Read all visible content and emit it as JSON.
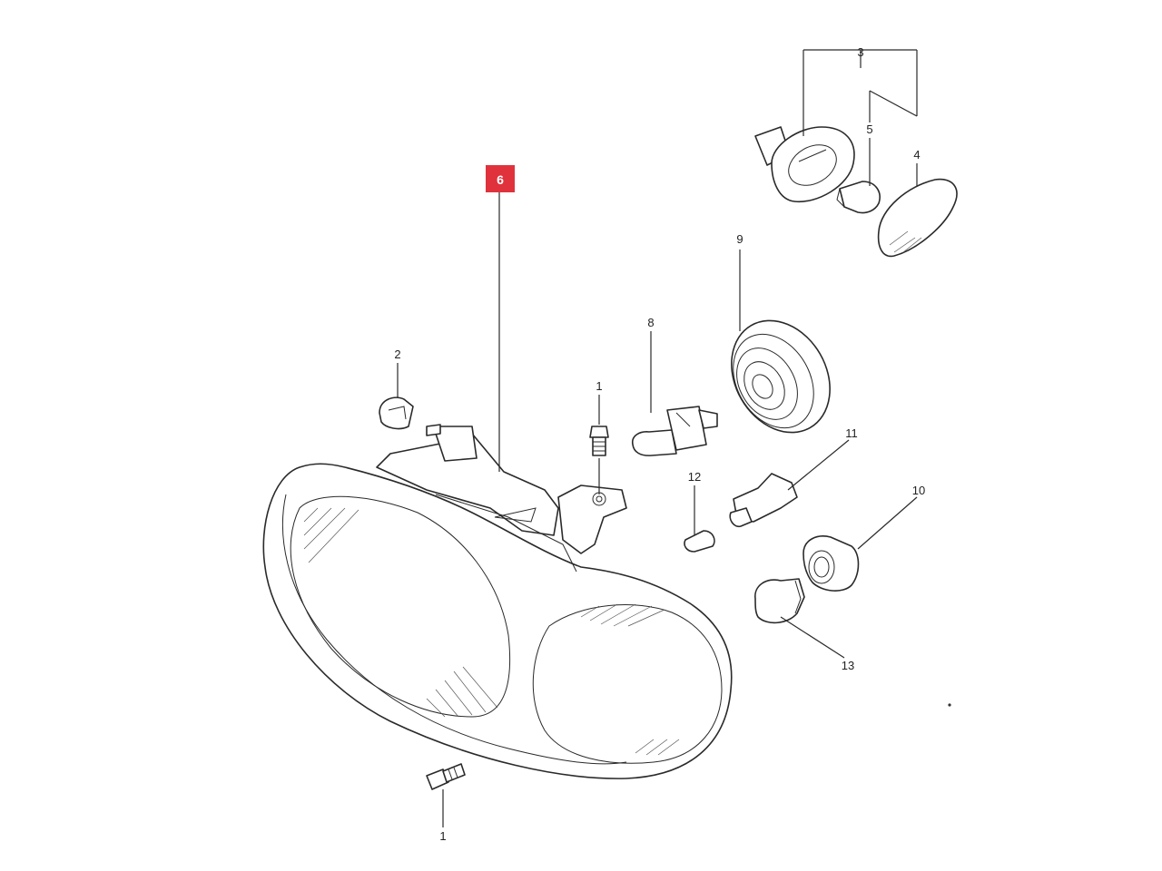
{
  "diagram": {
    "highlight_color": "#e0323c",
    "callouts": [
      {
        "id": "c3",
        "label": "3"
      },
      {
        "id": "c5",
        "label": "5"
      },
      {
        "id": "c4",
        "label": "4"
      },
      {
        "id": "c6",
        "label": "6",
        "highlighted": true
      },
      {
        "id": "c9",
        "label": "9"
      },
      {
        "id": "c8",
        "label": "8"
      },
      {
        "id": "c2",
        "label": "2"
      },
      {
        "id": "c1a",
        "label": "1"
      },
      {
        "id": "c11",
        "label": "11"
      },
      {
        "id": "c12",
        "label": "12"
      },
      {
        "id": "c10",
        "label": "10"
      },
      {
        "id": "c13",
        "label": "13"
      },
      {
        "id": "c1b",
        "label": "1"
      }
    ]
  }
}
